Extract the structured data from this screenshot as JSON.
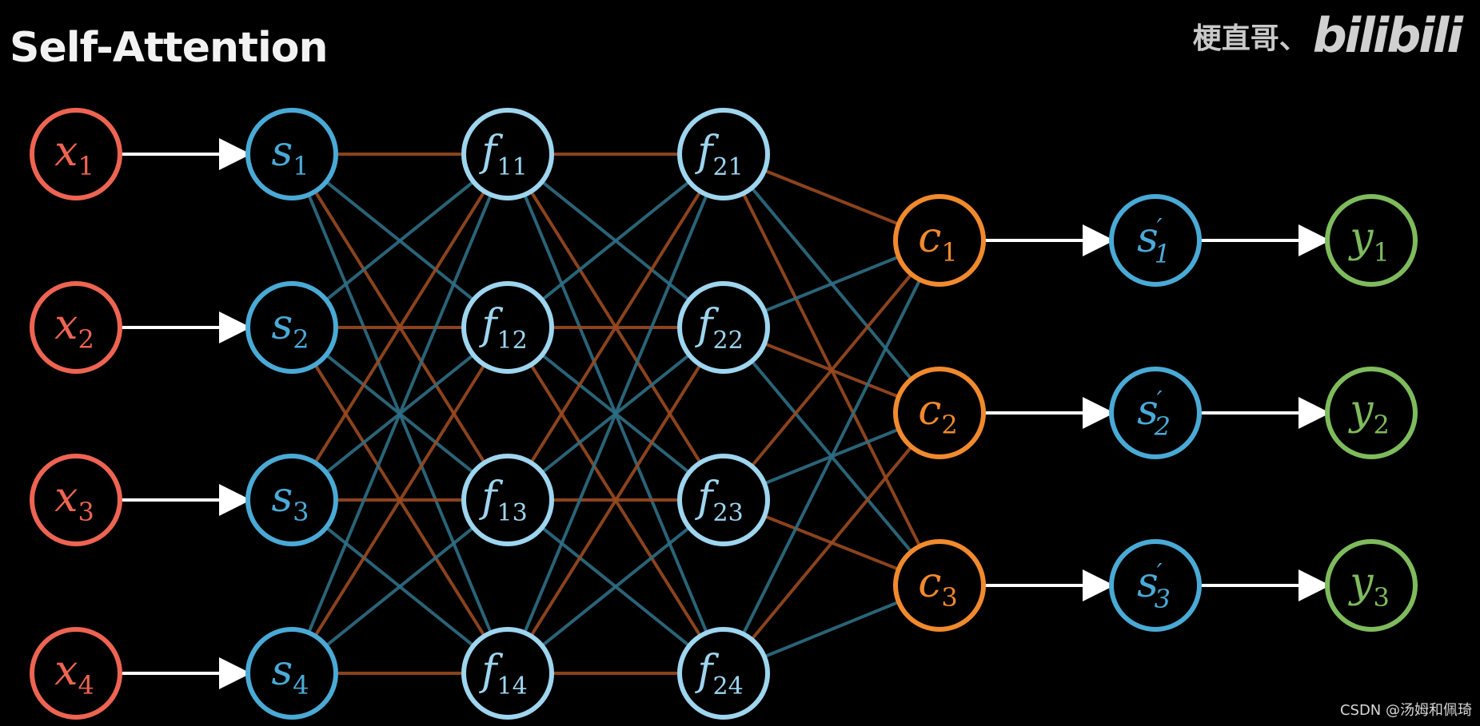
{
  "title": "Self-Attention",
  "logo": {
    "text": "梗直哥、",
    "brand": "bilibili"
  },
  "watermark": "CSDN @汤姆和佩琦",
  "colors": {
    "x": "#ee6452",
    "s": "#4aaad6",
    "f": "#9ed5ef",
    "c": "#f18a2d",
    "y": "#7ebb5c",
    "edge_blue": "#2f6e84",
    "edge_orange": "#9a4a20",
    "arrow": "#ffffff"
  },
  "layers": [
    {
      "id": "x",
      "labels": [
        {
          "base": "x",
          "sub": "1"
        },
        {
          "base": "x",
          "sub": "2"
        },
        {
          "base": "x",
          "sub": "3"
        },
        {
          "base": "x",
          "sub": "4"
        }
      ]
    },
    {
      "id": "s",
      "labels": [
        {
          "base": "s",
          "sub": "1"
        },
        {
          "base": "s",
          "sub": "2"
        },
        {
          "base": "s",
          "sub": "3"
        },
        {
          "base": "s",
          "sub": "4"
        }
      ]
    },
    {
      "id": "f1",
      "labels": [
        {
          "base": "f",
          "sub": "11"
        },
        {
          "base": "f",
          "sub": "12"
        },
        {
          "base": "f",
          "sub": "13"
        },
        {
          "base": "f",
          "sub": "14"
        }
      ]
    },
    {
      "id": "f2",
      "labels": [
        {
          "base": "f",
          "sub": "21"
        },
        {
          "base": "f",
          "sub": "22"
        },
        {
          "base": "f",
          "sub": "23"
        },
        {
          "base": "f",
          "sub": "24"
        }
      ]
    },
    {
      "id": "c",
      "labels": [
        {
          "base": "c",
          "sub": "1"
        },
        {
          "base": "c",
          "sub": "2"
        },
        {
          "base": "c",
          "sub": "3"
        }
      ]
    },
    {
      "id": "sp",
      "labels": [
        {
          "base": "s",
          "sub": "1",
          "sup": "′"
        },
        {
          "base": "s",
          "sub": "2",
          "sup": "′"
        },
        {
          "base": "s",
          "sub": "3",
          "sup": "′"
        }
      ]
    },
    {
      "id": "y",
      "labels": [
        {
          "base": "y",
          "sub": "1"
        },
        {
          "base": "y",
          "sub": "2"
        },
        {
          "base": "y",
          "sub": "3"
        }
      ]
    }
  ]
}
